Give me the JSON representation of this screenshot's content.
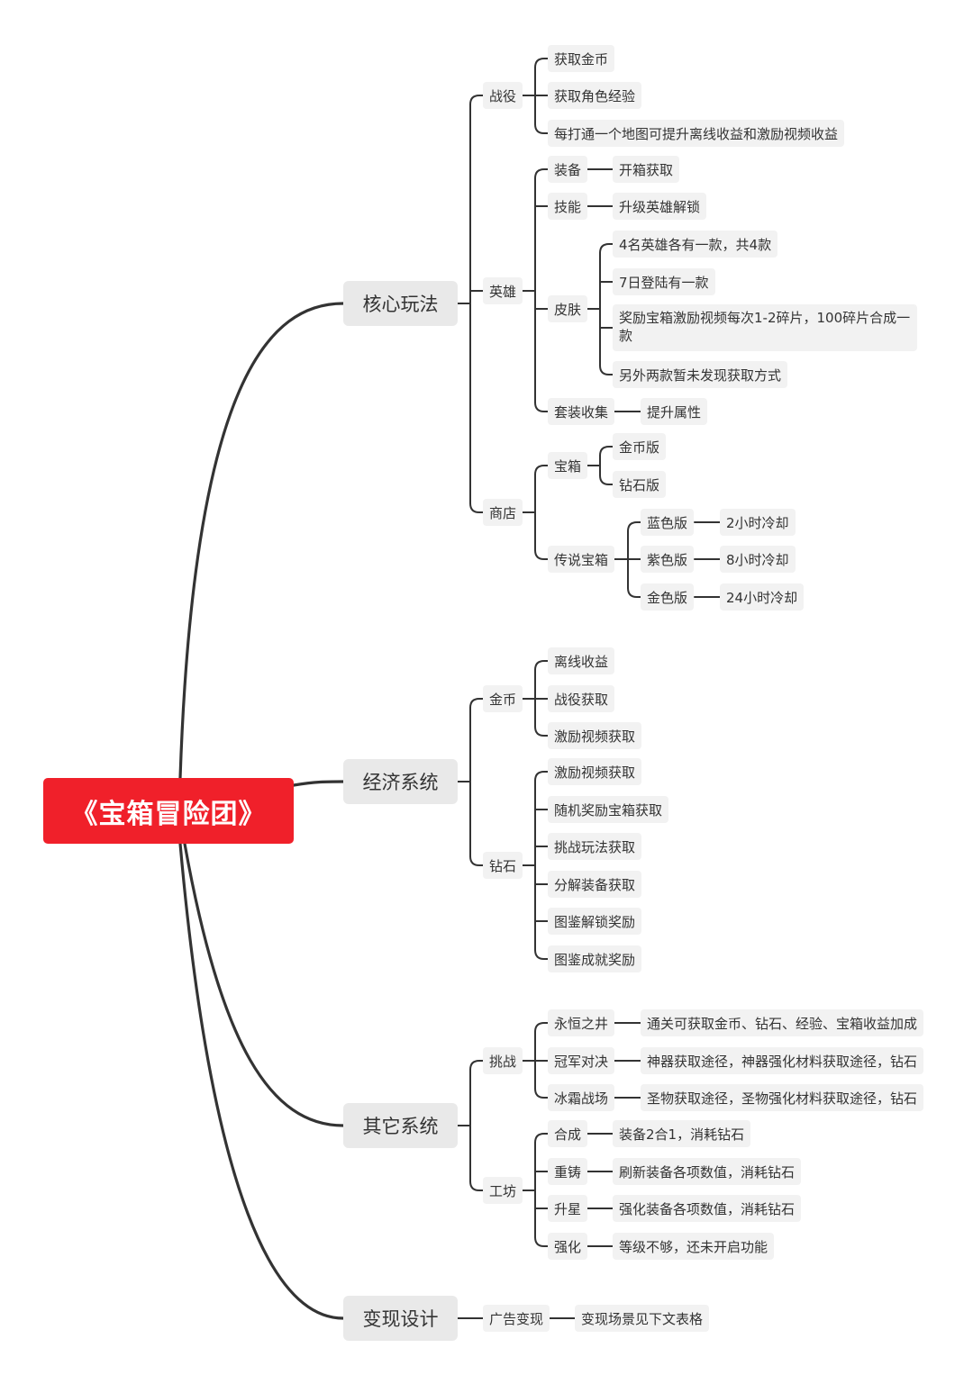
{
  "root": "《宝箱冒险团》",
  "core": {
    "label": "核心玩法",
    "battle": {
      "label": "战役",
      "items": [
        "获取金币",
        "获取角色经验",
        "每打通一个地图可提升离线收益和激励视频收益"
      ]
    },
    "hero": {
      "label": "英雄",
      "equip": {
        "label": "装备",
        "value": "开箱获取"
      },
      "skill": {
        "label": "技能",
        "value": "升级英雄解锁"
      },
      "skin": {
        "label": "皮肤",
        "items": [
          "4名英雄各有一款，共4款",
          "7日登陆有一款",
          "奖励宝箱激励视频每次1-2碎片，100碎片合成一款",
          "另外两款暂未发现获取方式"
        ]
      },
      "set": {
        "label": "套装收集",
        "value": "提升属性"
      }
    },
    "shop": {
      "label": "商店",
      "chest": {
        "label": "宝箱",
        "items": [
          "金币版",
          "钻石版"
        ]
      },
      "legend": {
        "label": "传说宝箱",
        "items": [
          {
            "label": "蓝色版",
            "value": "2小时冷却"
          },
          {
            "label": "紫色版",
            "value": "8小时冷却"
          },
          {
            "label": "金色版",
            "value": "24小时冷却"
          }
        ]
      }
    }
  },
  "economy": {
    "label": "经济系统",
    "gold": {
      "label": "金币",
      "items": [
        "离线收益",
        "战役获取",
        "激励视频获取"
      ]
    },
    "diamond": {
      "label": "钻石",
      "items": [
        "激励视频获取",
        "随机奖励宝箱获取",
        "挑战玩法获取",
        "分解装备获取",
        "图鉴解锁奖励",
        "图鉴成就奖励"
      ]
    }
  },
  "other": {
    "label": "其它系统",
    "challenge": {
      "label": "挑战",
      "items": [
        {
          "label": "永恒之井",
          "value": "通关可获取金币、钻石、经验、宝箱收益加成"
        },
        {
          "label": "冠军对决",
          "value": "神器获取途径，神器强化材料获取途径，钻石"
        },
        {
          "label": "冰霜战场",
          "value": "圣物获取途径，圣物强化材料获取途径，钻石"
        }
      ]
    },
    "workshop": {
      "label": "工坊",
      "items": [
        {
          "label": "合成",
          "value": "装备2合1，消耗钻石"
        },
        {
          "label": "重铸",
          "value": "刷新装备各项数值，消耗钻石"
        },
        {
          "label": "升星",
          "value": "强化装备各项数值，消耗钻石"
        },
        {
          "label": "强化",
          "value": "等级不够，还未开启功能"
        }
      ]
    }
  },
  "monetize": {
    "label": "变现设计",
    "ad": {
      "label": "广告变现",
      "value": "变现场景见下文表格"
    }
  },
  "colors": {
    "root_bg": "#f0202a",
    "line": "#333333",
    "chip_bg": "#f2f2f2",
    "l1_bg": "#e9e9e9"
  }
}
